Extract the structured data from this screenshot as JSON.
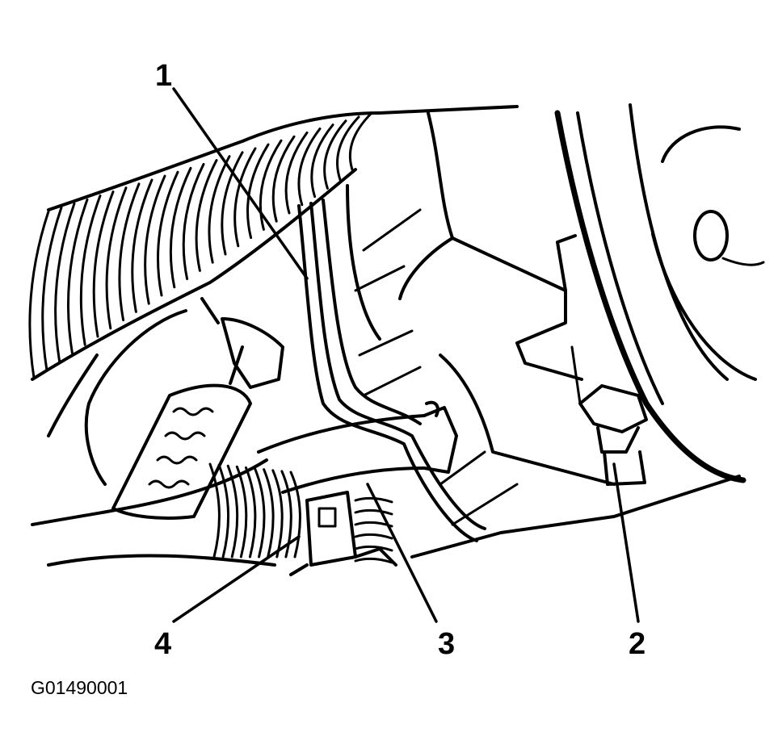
{
  "figure": {
    "id_label": "G01490001",
    "callouts": [
      {
        "key": "c1",
        "label": "1"
      },
      {
        "key": "c2",
        "label": "2"
      },
      {
        "key": "c3",
        "label": "3"
      },
      {
        "key": "c4",
        "label": "4"
      }
    ]
  },
  "colors": {
    "ink": "#000000",
    "paper": "#ffffff"
  }
}
